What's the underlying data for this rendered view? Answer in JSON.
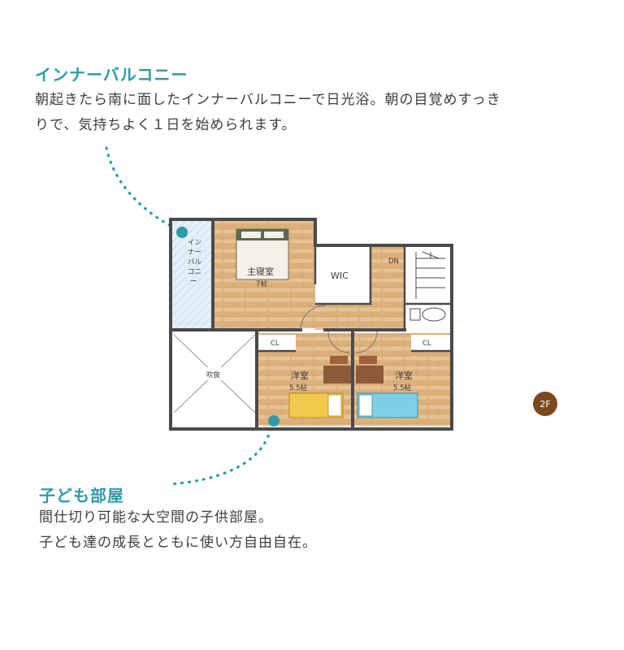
{
  "balcony_callout": {
    "title": "インナーバルコニー",
    "line1": "朝起きたら南に面したインナーバルコニーで日光浴。朝の目覚めすっき",
    "line2": "りで、気持ちよく１日を始められます。"
  },
  "kids_callout": {
    "title": "子ども部屋",
    "line1": "間仕切り可能な大空間の子供部屋。",
    "line2": "子ども達の成長とともに使い方自由自在。"
  },
  "plan": {
    "balcony_label": [
      "イン",
      "ナー",
      "バル",
      "コニ",
      "ー"
    ],
    "master_bedroom": "主寝室",
    "master_size": "7帖",
    "wic": "WIC",
    "down": "DN",
    "void": "吹抜",
    "closet_left": "CL",
    "closet_right": "CL",
    "room_left": "洋室",
    "room_left_size": "5.5帖",
    "room_right": "洋室",
    "room_right_size": "5.5帖"
  },
  "floor_badge": "2F",
  "colors": {
    "accent_teal": "#2f9aa8",
    "wood_floor": "#e2bb88",
    "wall": "#4a4a4a",
    "badge_brown": "#7a4a1e",
    "bed_yellow": "#f2c94c",
    "bed_blue": "#7fd0e6"
  }
}
